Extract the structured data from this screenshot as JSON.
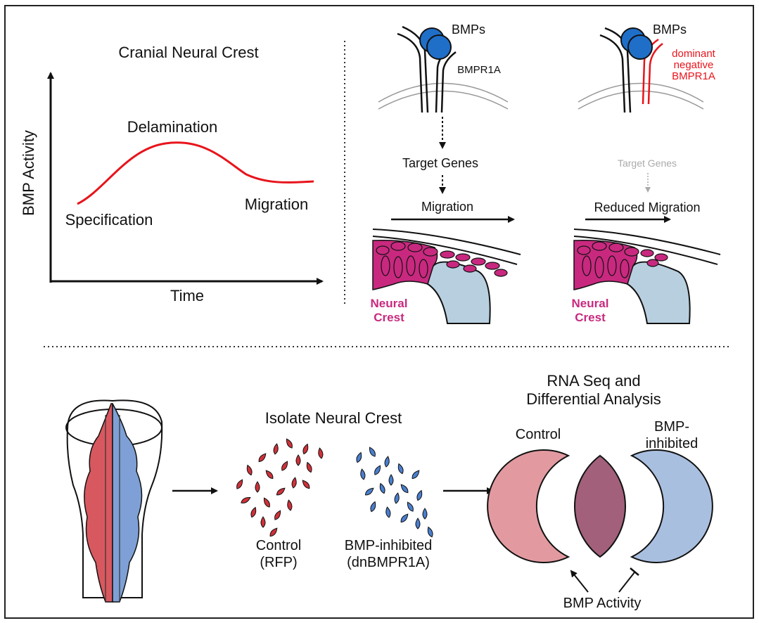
{
  "panel_a": {
    "title": "Cranial Neural Crest",
    "y_axis_label": "BMP Activity",
    "x_axis_label": "Time",
    "stage_labels": {
      "specification": "Specification",
      "delamination": "Delamination",
      "migration": "Migration"
    },
    "curve_color": "#e8141b"
  },
  "panel_b_control": {
    "ligand_label": "BMPs",
    "receptor_label": "BMPR1A",
    "target_genes_label": "Target Genes",
    "migration_label": "Migration",
    "tissue_label_line1": "Neural",
    "tissue_label_line2": "Crest"
  },
  "panel_b_inhibited": {
    "ligand_label": "BMPs",
    "dn_label_line1": "dominant",
    "dn_label_line2": "negative",
    "dn_label_line3": "BMPR1A",
    "target_genes_label": "Target Genes",
    "migration_label": "Reduced Migration",
    "tissue_label_line1": "Neural",
    "tissue_label_line2": "Crest"
  },
  "panel_c": {
    "isolate_label": "Isolate Neural Crest",
    "control_cells_line1": "Control",
    "control_cells_line2": "(RFP)",
    "inhibited_cells_line1": "BMP-inhibited",
    "inhibited_cells_line2": "(dnBMPR1A)",
    "rnaseq_line1": "RNA Seq and",
    "rnaseq_line2": "Differential Analysis",
    "venn_control_label": "Control",
    "venn_inhibited_line1": "BMP-",
    "venn_inhibited_line2": "inhibited",
    "bmp_activity_label": "BMP Activity"
  },
  "colors": {
    "neural_crest": "#c8297f",
    "neural_tube": "#b8cfe0",
    "bmp_blue": "#1f6fc8",
    "dn_red": "#e8141b",
    "control_red": "#d0313a",
    "inhibited_blue": "#4a7fcf",
    "venn_pink": "#e29aa0",
    "venn_blue": "#a9bfe0",
    "venn_overlap": "#a2607a"
  }
}
